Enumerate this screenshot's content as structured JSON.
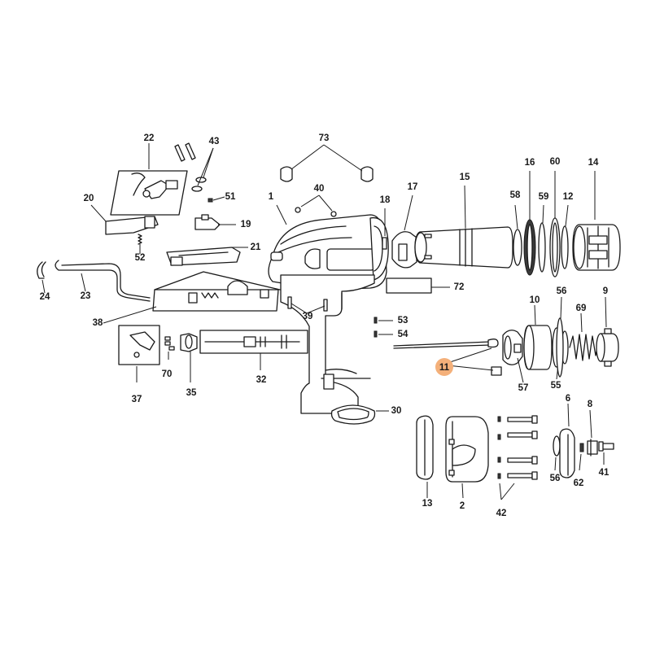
{
  "diagram": {
    "highlighted_callout": "11",
    "highlight_color": "#f4b07a",
    "ink_color": "#1a1a1a",
    "callouts": [
      "73",
      "22",
      "43",
      "40",
      "1",
      "18",
      "17",
      "15",
      "58",
      "16",
      "60",
      "59",
      "12",
      "14",
      "20",
      "51",
      "19",
      "21",
      "52",
      "24",
      "23",
      "72",
      "38",
      "39",
      "53",
      "54",
      "10",
      "56",
      "9",
      "69",
      "11",
      "57",
      "55",
      "70",
      "35",
      "32",
      "37",
      "30",
      "6",
      "8",
      "13",
      "2",
      "56b",
      "62",
      "41",
      "42"
    ],
    "callout_text": {
      "73": "73",
      "22": "22",
      "43": "43",
      "40": "40",
      "1": "1",
      "18": "18",
      "17": "17",
      "15": "15",
      "58": "58",
      "16": "16",
      "60": "60",
      "59": "59",
      "12": "12",
      "14": "14",
      "20": "20",
      "51": "51",
      "19": "19",
      "21": "21",
      "52": "52",
      "24": "24",
      "23": "23",
      "72": "72",
      "38": "38",
      "39": "39",
      "53": "53",
      "54": "54",
      "10": "10",
      "56": "56",
      "9": "9",
      "69": "69",
      "11": "11",
      "57": "57",
      "55": "55",
      "70": "70",
      "35": "35",
      "32": "32",
      "37": "37",
      "30": "30",
      "6": "6",
      "8": "8",
      "13": "13",
      "2": "2",
      "56b": "56",
      "62": "62",
      "41": "41",
      "42": "42"
    }
  }
}
